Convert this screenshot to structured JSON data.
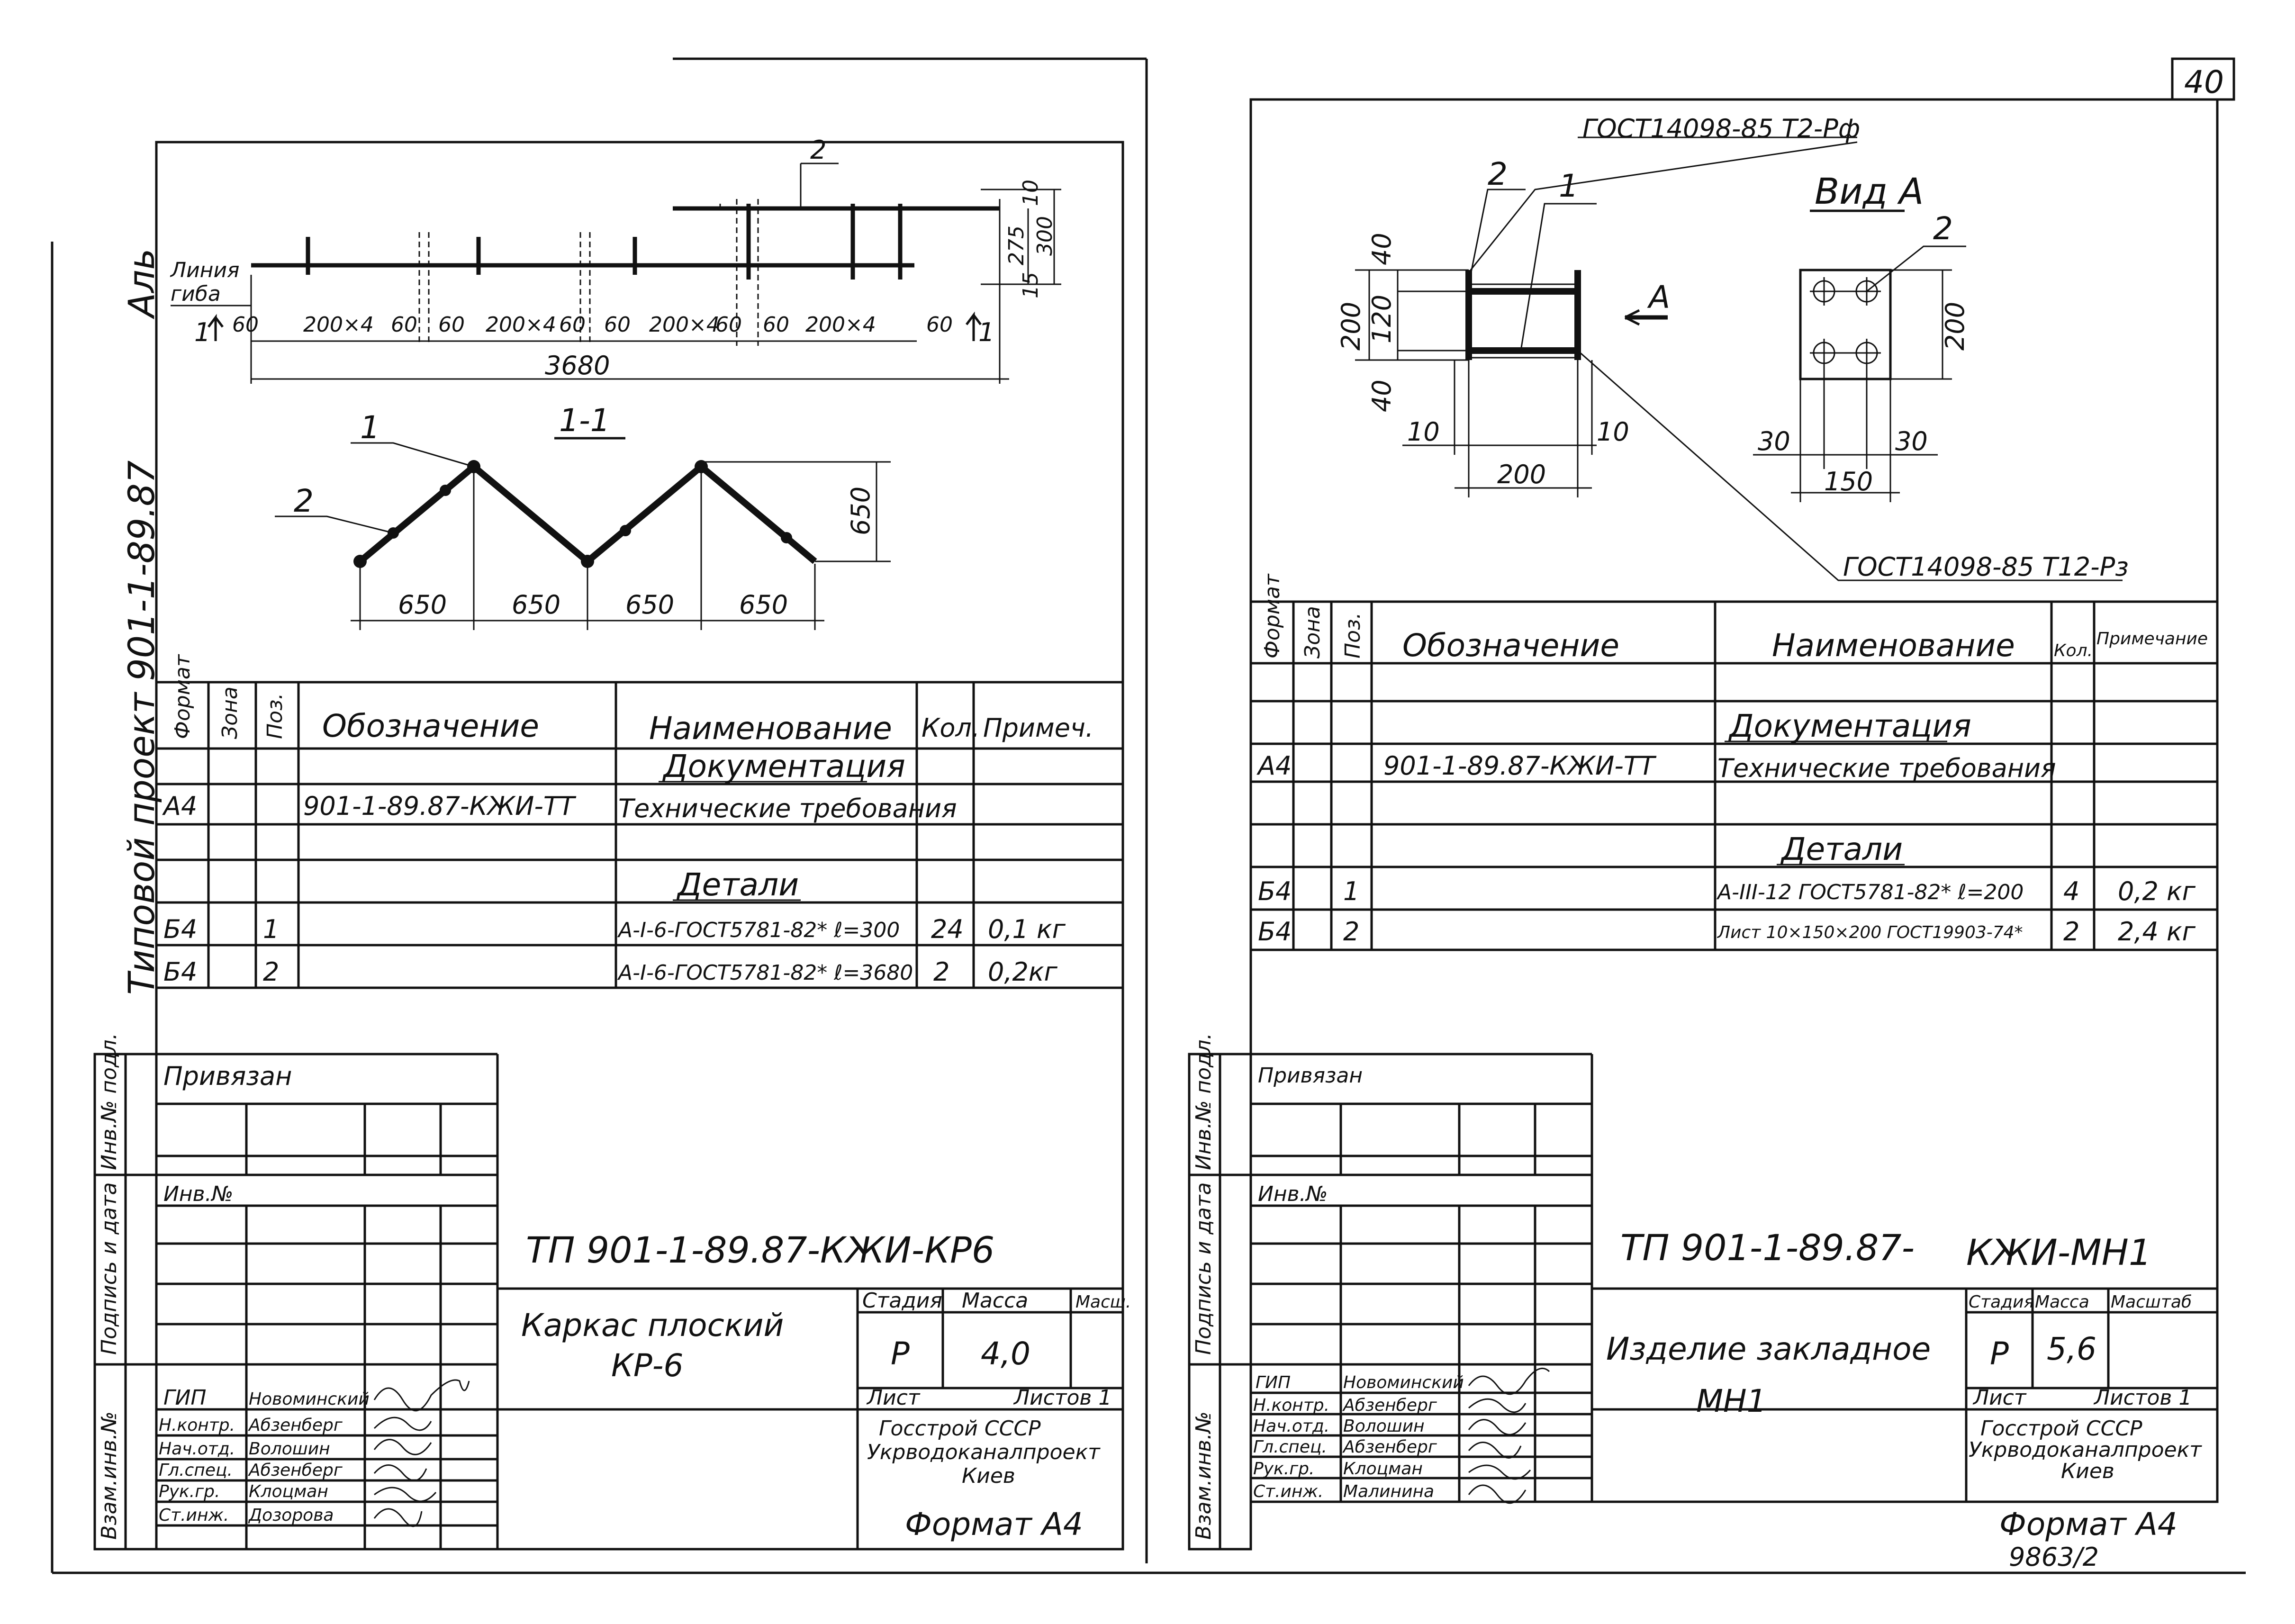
{
  "sheet_number": "40",
  "archive_number": "9863/2",
  "left_margin_label": "Типовой проект 901-1-89.87",
  "left_margin_sign": "Аль",
  "stamp_cols": [
    "Инв.№ подл.",
    "Подпись и дата",
    "Взам.инв.№"
  ],
  "left": {
    "bend_line_label": [
      "Линия",
      "гиба"
    ],
    "elev_dims": [
      "60",
      "200×4",
      "60",
      "60",
      "200×4",
      "60",
      "60",
      "200×4",
      "60",
      "60",
      "200×4",
      "60"
    ],
    "total_dim": "3680",
    "vert_dims": [
      "10",
      "275",
      "300",
      "15"
    ],
    "pos_labels": [
      "1",
      "2",
      "2",
      "1"
    ],
    "section_label": "1-1",
    "section_dims": [
      "650",
      "650",
      "650",
      "650"
    ],
    "section_height": "650",
    "spec_headers": [
      "Формат",
      "Зона",
      "Поз.",
      "Обозначение",
      "Наименование",
      "Кол.",
      "Примеч."
    ],
    "spec_rows": [
      [
        "",
        "",
        "",
        "",
        "Документация",
        "",
        ""
      ],
      [
        "А4",
        "",
        "",
        "901-1-89.87-КЖИ-ТТ",
        "Технические требования",
        "",
        ""
      ],
      [
        "",
        "",
        "",
        "",
        "",
        "",
        ""
      ],
      [
        "",
        "",
        "",
        "",
        "Детали",
        "",
        ""
      ],
      [
        "Б4",
        "",
        "1",
        "",
        "А-I-6-ГОСТ5781-82* ℓ=300",
        "24",
        "0,1 кг"
      ],
      [
        "Б4",
        "",
        "2",
        "",
        "А-I-6-ГОСТ5781-82* ℓ=3680",
        "2",
        "0,2кг"
      ]
    ],
    "privyazan": "Привязан",
    "inv_no": "Инв.№",
    "doc_code": "ТП 901-1-89.87-КЖИ-КР6",
    "title_line1": "Каркас плоский",
    "title_line2": "КР-6",
    "col_headers": [
      "Стадия",
      "Масса",
      "Масш."
    ],
    "stage": "Р",
    "mass": "4,0",
    "sheet_label": "Лист",
    "sheets_label": "Листов 1",
    "org": [
      "Госстрой СССР",
      "Укрводоканалпроект",
      "Киев"
    ],
    "staff": [
      [
        "ГИП",
        "Новоминский"
      ],
      [
        "Н.контр.",
        "Абзенберг"
      ],
      [
        "Нач.отд.",
        "Волошин"
      ],
      [
        "Гл.спец.",
        "Абзенберг"
      ],
      [
        "Рук.гр.",
        "Клоцман"
      ],
      [
        "Ст.инж.",
        "Дозорова"
      ]
    ],
    "format": "Формат А4"
  },
  "right": {
    "gost_top": "ГОСТ14098-85 Т2-Рф",
    "gost_bottom": "ГОСТ14098-85 Т12-Рз",
    "view_label": "Вид А",
    "arrow_label": "А",
    "pos_labels": [
      "2",
      "1",
      "2"
    ],
    "dims_left": [
      "40",
      "120",
      "40",
      "200",
      "10",
      "10",
      "200"
    ],
    "dims_view": [
      "200",
      "30",
      "30",
      "150"
    ],
    "spec_headers": [
      "Формат",
      "Зона",
      "Поз.",
      "Обозначение",
      "Наименование",
      "Кол.",
      "Примечание"
    ],
    "spec_rows": [
      [
        "",
        "",
        "",
        "",
        "",
        "",
        ""
      ],
      [
        "",
        "",
        "",
        "",
        "Документация",
        "",
        ""
      ],
      [
        "А4",
        "",
        "",
        "901-1-89.87-КЖИ-ТТ",
        "Технические требования",
        "",
        ""
      ],
      [
        "",
        "",
        "",
        "",
        "",
        "",
        ""
      ],
      [
        "",
        "",
        "",
        "",
        "Детали",
        "",
        ""
      ],
      [
        "Б4",
        "",
        "1",
        "",
        "А-III-12 ГОСТ5781-82* ℓ=200",
        "4",
        "0,2 кг"
      ],
      [
        "Б4",
        "",
        "2",
        "",
        "Лист 10×150×200 ГОСТ19903-74*",
        "2",
        "2,4 кг"
      ]
    ],
    "privyazan": "Привязан",
    "inv_no": "Инв.№",
    "doc_code_a": "ТП 901-1-89.87-",
    "doc_code_b": "КЖИ-МН1",
    "title_line1": "Изделие закладное",
    "title_line2": "МН1",
    "col_headers": [
      "Стадия",
      "Масса",
      "Масштаб"
    ],
    "stage": "Р",
    "mass": "5,6",
    "sheet_label": "Лист",
    "sheets_label": "Листов 1",
    "org": [
      "Госстрой СССР",
      "Укрводоканалпроект",
      "Киев"
    ],
    "staff": [
      [
        "ГИП",
        "Новоминский"
      ],
      [
        "Н.контр.",
        "Абзенберг"
      ],
      [
        "Нач.отд.",
        "Волошин"
      ],
      [
        "Гл.спец.",
        "Абзенберг"
      ],
      [
        "Рук.гр.",
        "Клоцман"
      ],
      [
        "Ст.инж.",
        "Малинина"
      ]
    ],
    "format": "Формат А4"
  }
}
